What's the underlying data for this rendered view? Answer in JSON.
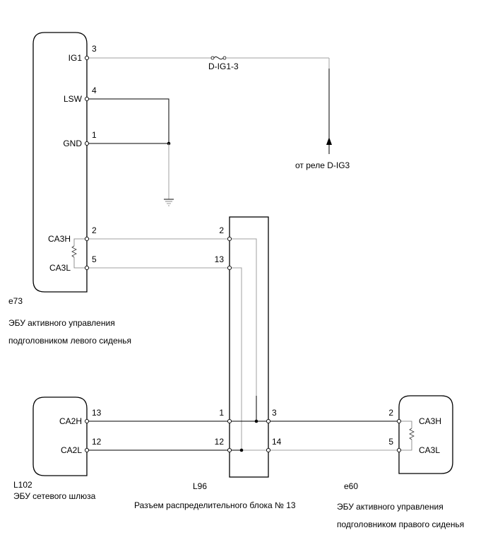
{
  "colors": {
    "wire_black": "#000000",
    "wire_gray": "#a0a0a0",
    "box": "#000000",
    "background": "#ffffff"
  },
  "components": {
    "e73": {
      "id": "e73",
      "name_line1": "ЭБУ активного управления",
      "name_line2": "подголовником левого сиденья",
      "pins": [
        {
          "label": "IG1",
          "number": "3"
        },
        {
          "label": "LSW",
          "number": "4"
        },
        {
          "label": "GND",
          "number": "1"
        },
        {
          "label": "CA3H",
          "number": "2"
        },
        {
          "label": "CA3L",
          "number": "5"
        }
      ]
    },
    "l102": {
      "id": "L102",
      "name": "ЭБУ сетевого шлюза",
      "pins": [
        {
          "label": "CA2H",
          "number": "13"
        },
        {
          "label": "CA2L",
          "number": "12"
        }
      ]
    },
    "l96": {
      "id": "L96",
      "name": "Разъем распределительного блока № 13",
      "left_pins": [
        "2",
        "13",
        "1",
        "12"
      ],
      "right_pins": [
        "3",
        "14"
      ]
    },
    "e60": {
      "id": "e60",
      "name_line1": "ЭБУ активного управления",
      "name_line2": "подголовником правого сиденья",
      "pins": [
        {
          "label": "CA3H",
          "number": "2"
        },
        {
          "label": "CA3L",
          "number": "5"
        }
      ]
    }
  },
  "fuse": {
    "label": "D-IG1-3"
  },
  "power_source": {
    "label": "от реле D-IG3"
  }
}
